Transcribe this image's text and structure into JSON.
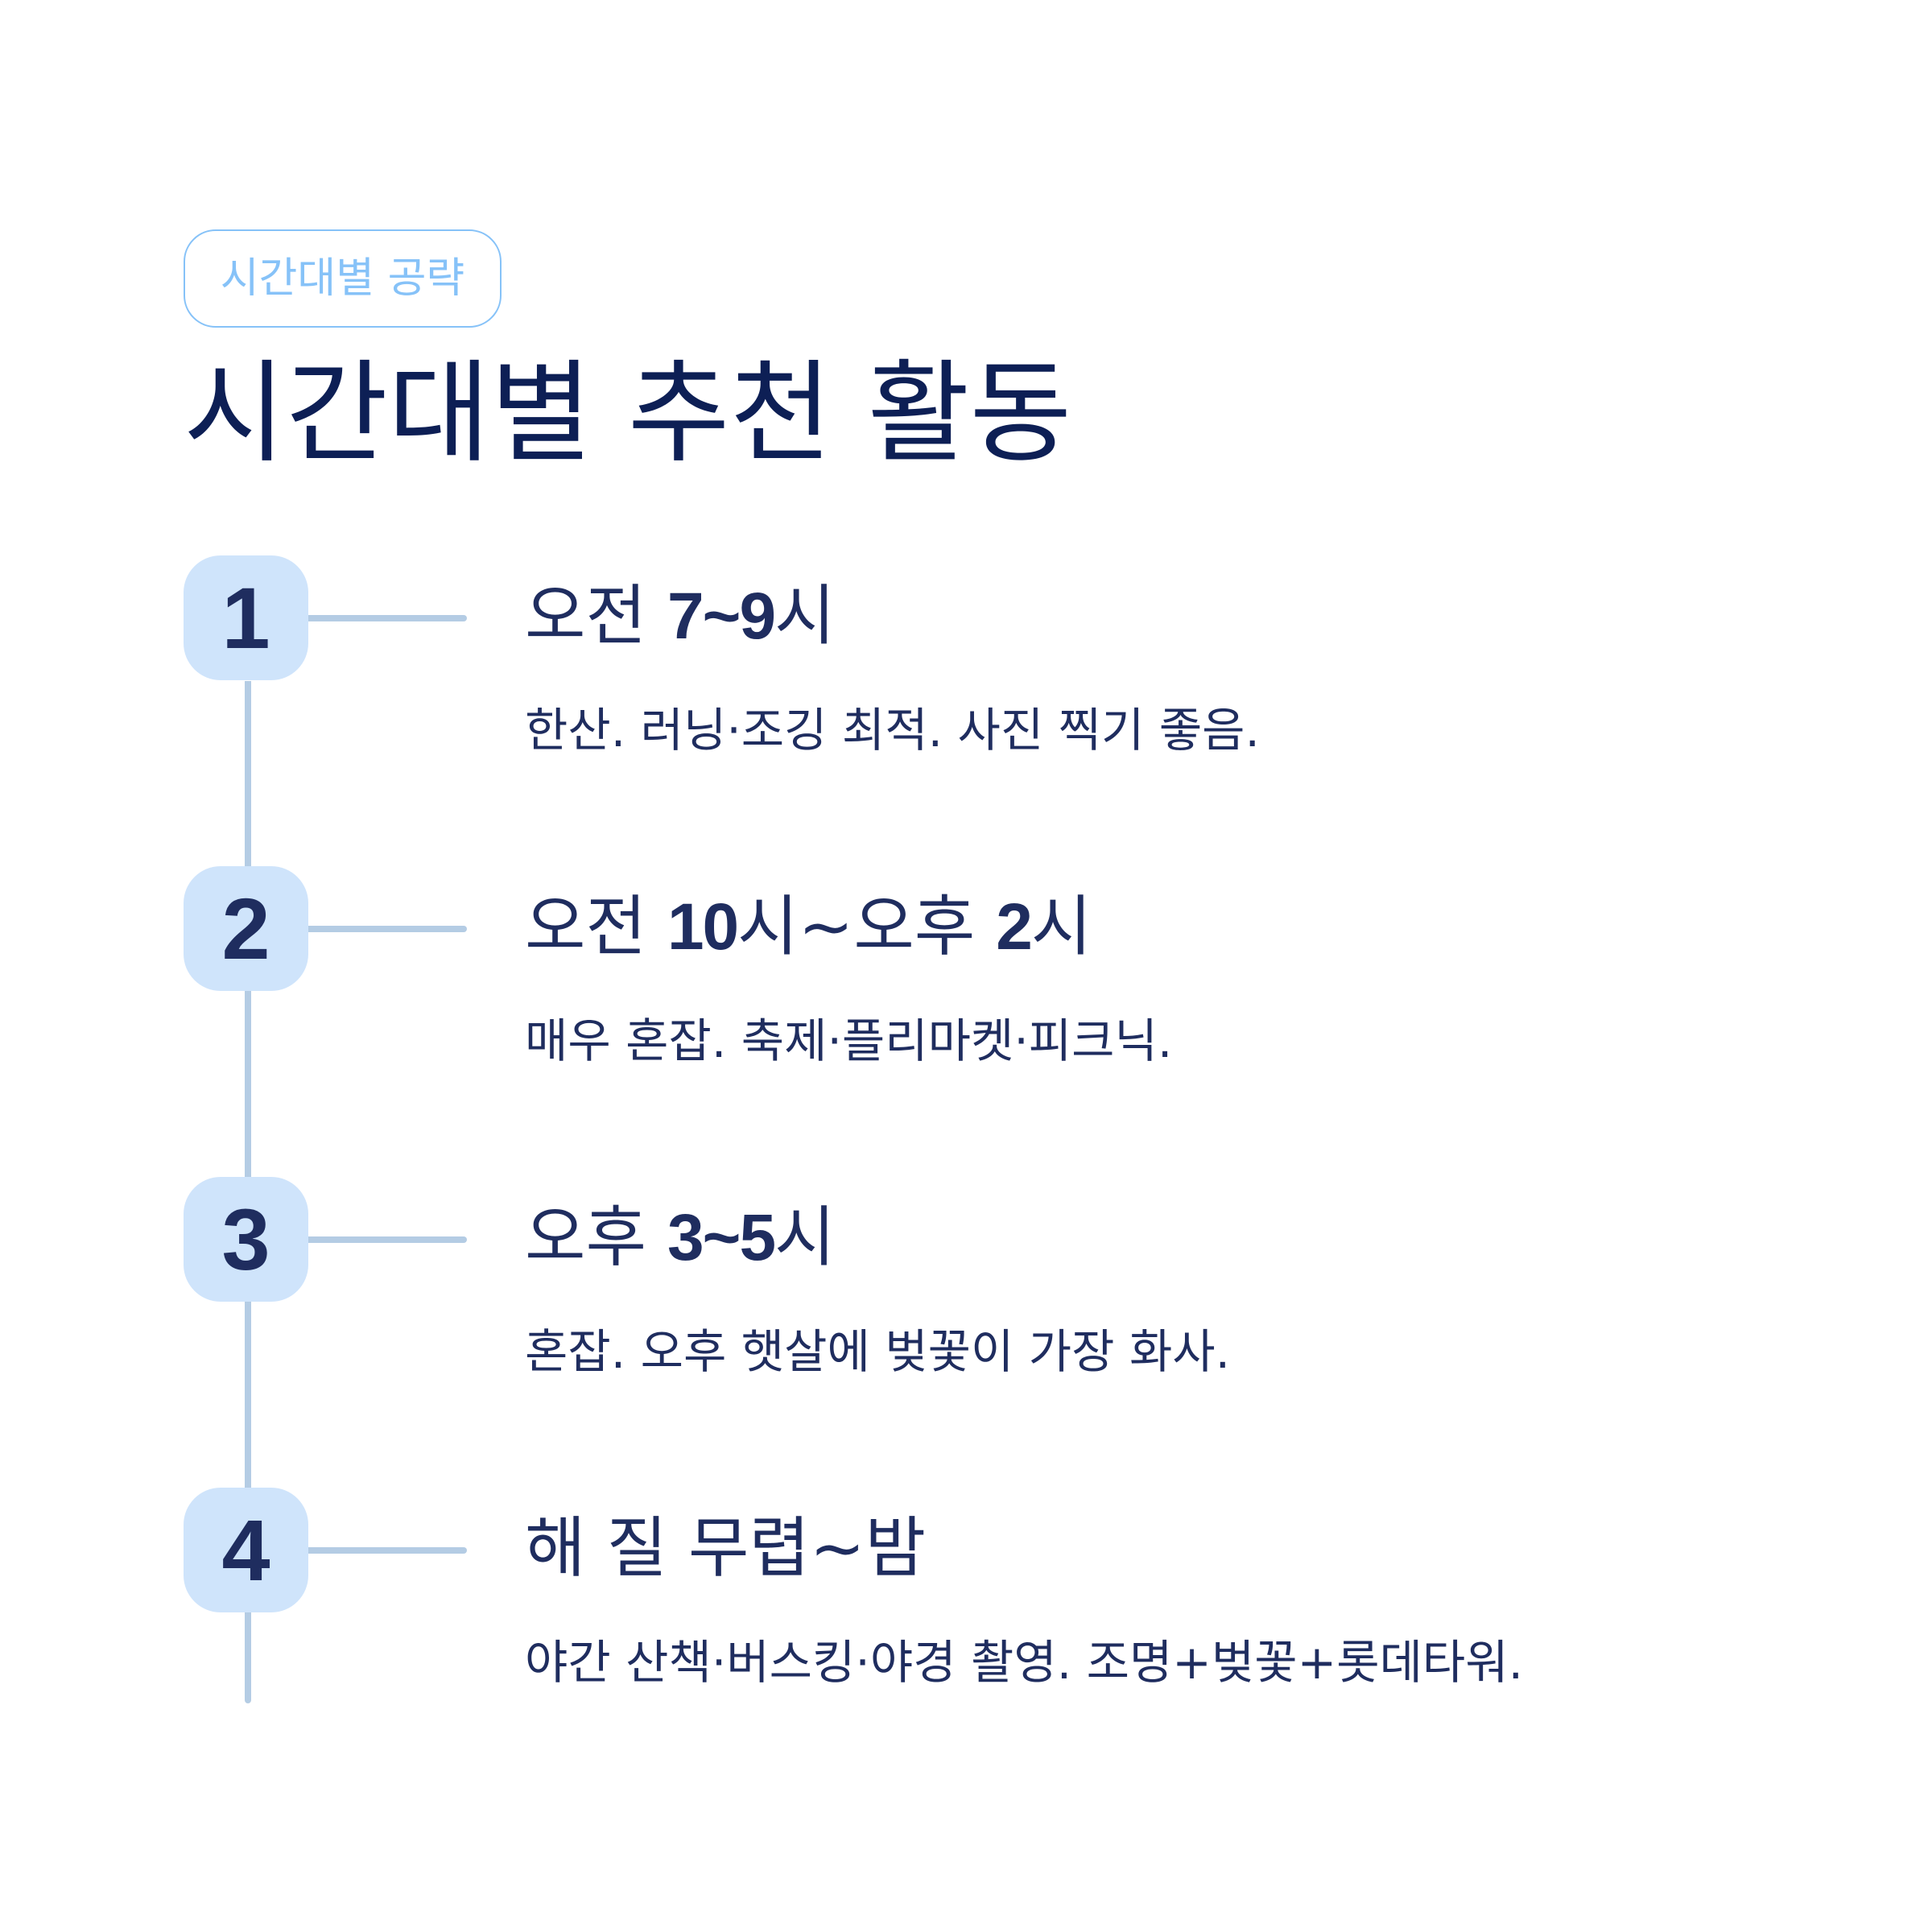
{
  "header": {
    "badge": "시간대별 공략",
    "title": "시간대별 추천 활동"
  },
  "colors": {
    "title": "#0d1f55",
    "text": "#1f2d5f",
    "badge_accent": "#86c2f8",
    "step_box": "#cfe4fb",
    "timeline_line": "#b4cce4",
    "background": "#ffffff"
  },
  "steps": [
    {
      "number": "1",
      "heading_parts": [
        {
          "text": "오전 ",
          "bold": false
        },
        {
          "text": "7~9",
          "bold": true
        },
        {
          "text": "시",
          "bold": false
        }
      ],
      "description": "한산. 러닝·조깅 최적. 사진 찍기 좋음."
    },
    {
      "number": "2",
      "heading_parts": [
        {
          "text": "오전 ",
          "bold": false
        },
        {
          "text": "10",
          "bold": true
        },
        {
          "text": "시~오후 ",
          "bold": false
        },
        {
          "text": "2",
          "bold": true
        },
        {
          "text": "시",
          "bold": false
        }
      ],
      "description": "매우 혼잡. 축제·플리마켓·피크닉."
    },
    {
      "number": "3",
      "heading_parts": [
        {
          "text": "오후 ",
          "bold": false
        },
        {
          "text": "3~5",
          "bold": true
        },
        {
          "text": "시",
          "bold": false
        }
      ],
      "description": "혼잡. 오후 햇살에 벚꽃이 가장 화사."
    },
    {
      "number": "4",
      "heading_parts": [
        {
          "text": "해 질 무렵~밤",
          "bold": false
        }
      ],
      "description": "야간 산책·버스킹·야경 촬영. 조명+벚꽃+롯데타워."
    }
  ]
}
